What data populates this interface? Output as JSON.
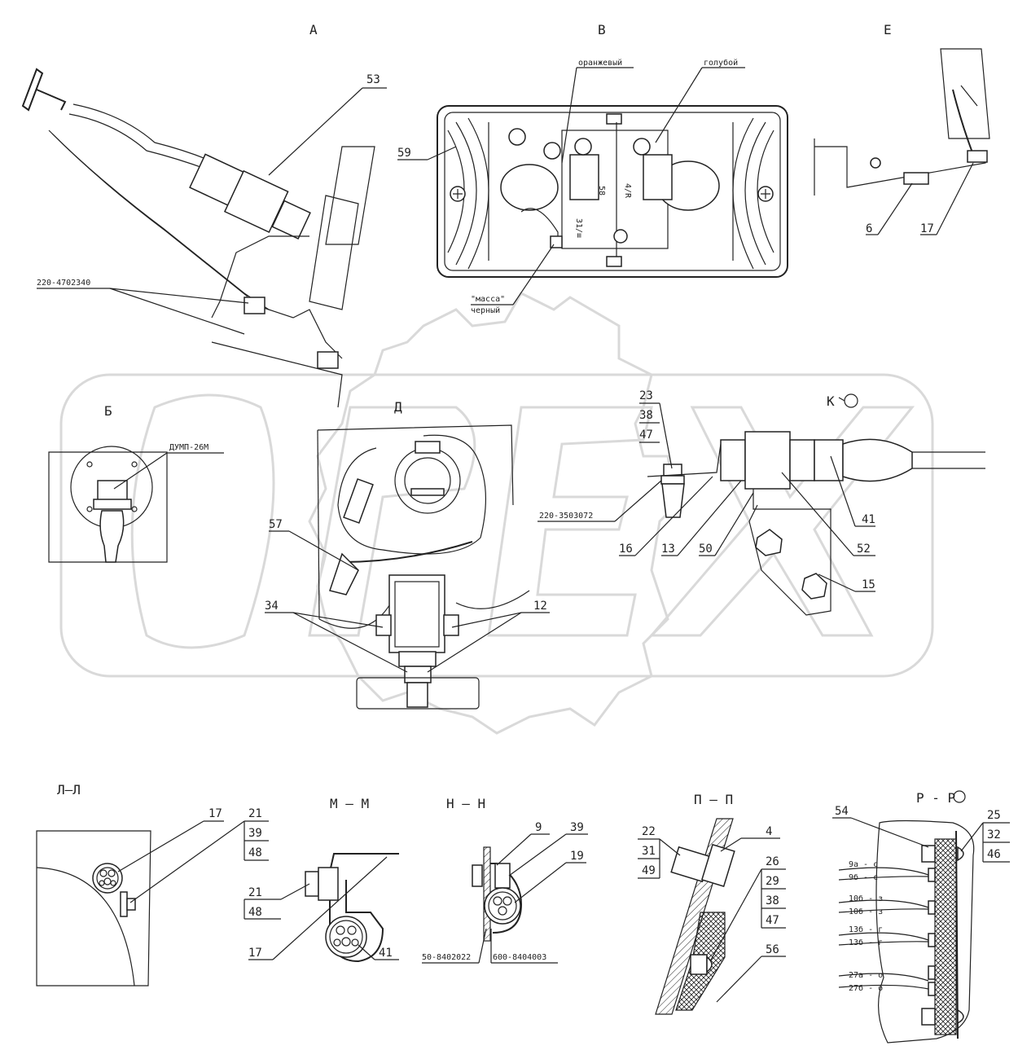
{
  "drawing": {
    "views": {
      "A": "А",
      "V": "В",
      "E": "Е",
      "B": "Б",
      "D": "Д",
      "K": "К",
      "LL": "Л–Л",
      "MM": "М – М",
      "NN": "Н – Н",
      "PP": "П – П",
      "RR": "Р - Р"
    },
    "labels": {
      "a_53": "53",
      "a_part": "220-4702340",
      "v_59": "59",
      "v_orange": "оранжевый",
      "v_blue": "голубой",
      "v_mass": "\"масса\"",
      "v_black": "черный",
      "v_58": "58",
      "v_3t": "31/≡",
      "v_4r": "4/R",
      "e_6": "6",
      "e_17": "17",
      "b_part": "ДУМП-26М",
      "d_57": "57",
      "d_34": "34",
      "d_12": "12",
      "k_23": "23",
      "k_38": "38",
      "k_47": "47",
      "k_part": "220-3503072",
      "k_16": "16",
      "k_13": "13",
      "k_50": "50",
      "k_41": "41",
      "k_52": "52",
      "k_15": "15",
      "ll_17": "17",
      "ll_21": "21",
      "ll_39": "39",
      "ll_48": "48",
      "mm_21": "21",
      "mm_48": "48",
      "mm_17": "17",
      "mm_41": "41",
      "nn_9": "9",
      "nn_39": "39",
      "nn_19": "19",
      "nn_part1": "50-8402022",
      "nn_part2": "600-8404003",
      "pp_22": "22",
      "pp_31": "31",
      "pp_49": "49",
      "pp_4": "4",
      "pp_26": "26",
      "pp_29": "29",
      "pp_38": "38",
      "pp_47": "47",
      "pp_56": "56",
      "rr_54": "54",
      "rr_25": "25",
      "rr_32": "32",
      "rr_46": "46",
      "rr_w1": "9а - с",
      "rr_w2": "9б - с",
      "rr_w3": "10б - з",
      "rr_w4": "10б - з",
      "rr_w5": "13б - г",
      "rr_w6": "13б - г",
      "rr_w7": "27а - о",
      "rr_w8": "27б - о"
    },
    "watermark": "OPEX"
  }
}
